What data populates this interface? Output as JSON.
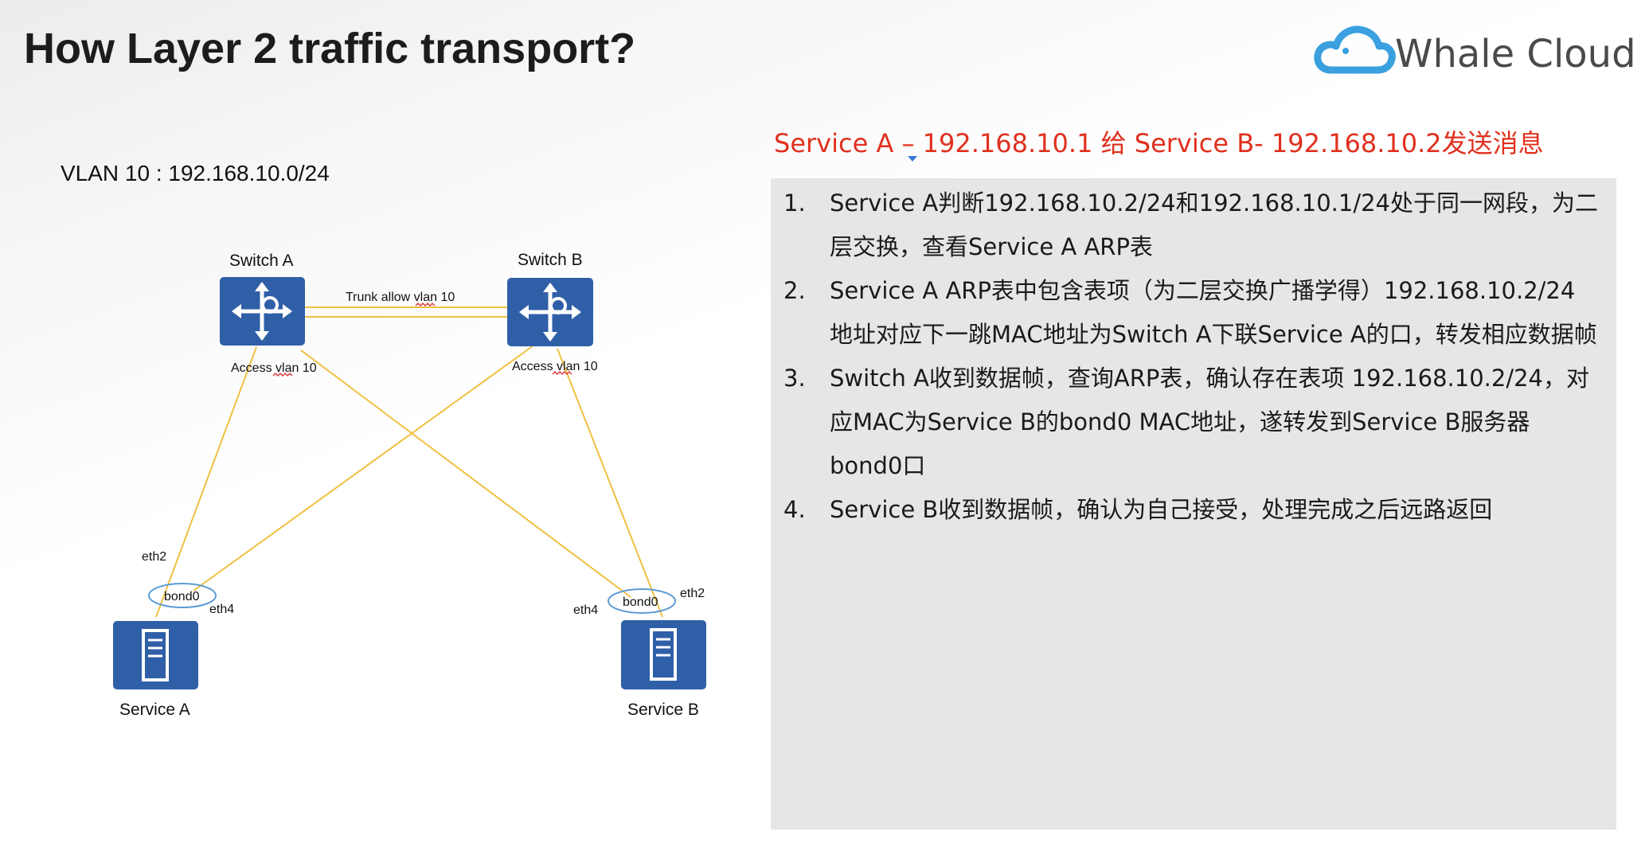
{
  "slide": {
    "title": "How Layer 2 traffic transport?",
    "logo_text": "Whale Cloud",
    "vlan_label": "VLAN 10 : 192.168.10.0/24"
  },
  "diagram": {
    "switch_a": {
      "name": "Switch A",
      "port_label": "Access vlan 10"
    },
    "switch_b": {
      "name": "Switch B",
      "port_label": "Access vlan 10"
    },
    "trunk_label": "Trunk allow vlan 10",
    "service_a": {
      "name": "Service A",
      "bond": "bond0",
      "eth_top": "eth2",
      "eth_bottom": "eth4"
    },
    "service_b": {
      "name": "Service B",
      "bond": "bond0",
      "eth_left": "eth4",
      "eth_right": "eth2"
    }
  },
  "explanation": {
    "heading": "Service A – 192.168.10.1 给 Service B- 192.168.10.2发送消息",
    "steps": [
      {
        "num": "1.",
        "text": "Service A判断192.168.10.2/24和192.168.10.1/24处于同一网段，为二层交换，查看Service A ARP表"
      },
      {
        "num": "2.",
        "text": "Service A ARP表中包含表项（为二层交换广播学得）192.168.10.2/24 地址对应下一跳MAC地址为Switch A下联Service A的口，转发相应数据帧"
      },
      {
        "num": "3.",
        "text": "Switch A收到数据帧，查询ARP表，确认存在表项 192.168.10.2/24，对应MAC为Service B的bond0 MAC地址，遂转发到Service B服务器bond0口"
      },
      {
        "num": "4.",
        "text": "Service B收到数据帧，确认为自己接受，处理完成之后远路返回"
      }
    ]
  },
  "colors": {
    "device_blue": "#2f5fa7",
    "link_yellow": "#f0c040",
    "heading_red": "#e0301e",
    "logo_blue": "#3aa0e0",
    "panel_gray": "#e6e6e6"
  }
}
